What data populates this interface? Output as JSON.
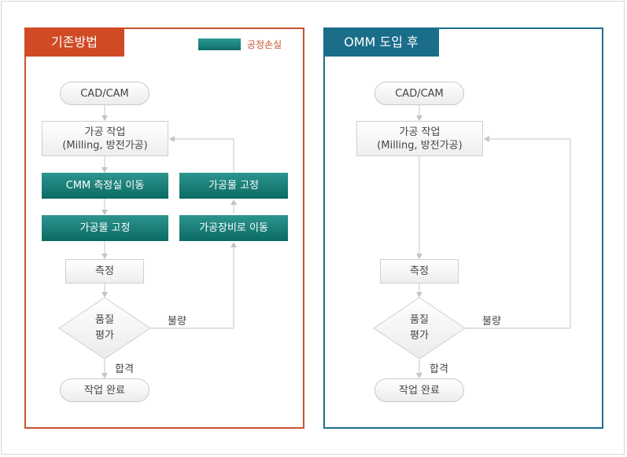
{
  "left_panel": {
    "title": "기존방법",
    "legend_label": "공정손실",
    "nodes": {
      "start": "CAD/CAM",
      "machining": "가공 작업\n(Milling, 방전가공)",
      "move_cmm": "CMM 측정실 이동",
      "fix1": "가공물 고정",
      "measure": "측정",
      "quality": "품질\n평가",
      "done": "작업 완료",
      "fix2": "가공물 고정",
      "move_machine": "가공장비로 이동"
    },
    "edge_labels": {
      "fail": "불량",
      "pass": "합격"
    }
  },
  "right_panel": {
    "title": "OMM 도입 후",
    "nodes": {
      "start": "CAD/CAM",
      "machining": "가공 작업\n(Milling, 방전가공)",
      "measure": "측정",
      "quality": "품질\n평가",
      "done": "작업 완료"
    },
    "edge_labels": {
      "fail": "불량",
      "pass": "합격"
    }
  },
  "colors": {
    "left_accent": "#d04a24",
    "right_accent": "#1a6e8a",
    "process_loss": "#0f6e68"
  }
}
